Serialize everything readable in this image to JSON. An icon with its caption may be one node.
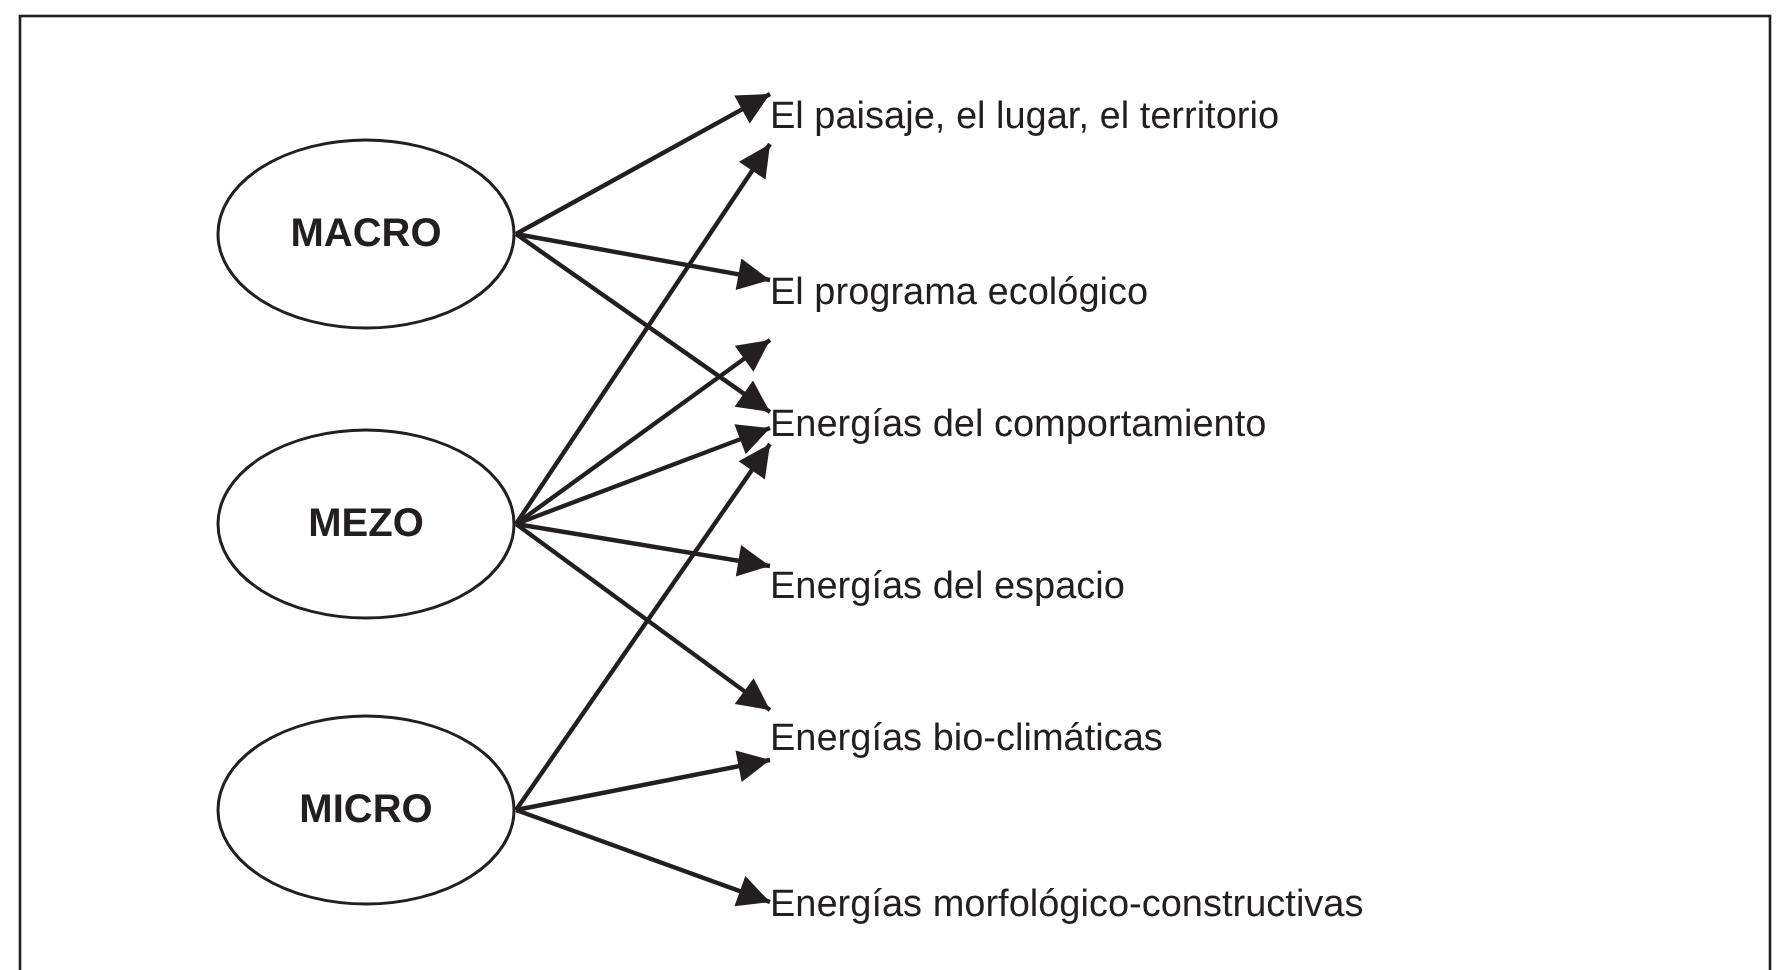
{
  "diagram": {
    "nodes": [
      {
        "text": [
          "MACRO"
        ]
      },
      {
        "text": [
          "MEZO"
        ]
      },
      {
        "text": [
          "MICRO"
        ]
      },
      {
        "text": [
          "El paisaje, el lugar, el territorio"
        ]
      },
      {
        "text": [
          "El programa ecológico"
        ]
      },
      {
        "text": [
          "Energías del comportamiento"
        ]
      },
      {
        "text": [
          "Energías del espacio"
        ]
      },
      {
        "text": [
          "Energías bio-climáticas"
        ]
      },
      {
        "text": [
          "Energías morfológico-constructivas"
        ]
      }
    ],
    "edges": [
      {
        "from": 0,
        "to": 3,
        "arrow": "to"
      },
      {
        "from": 0,
        "to": 4,
        "arrow": "to"
      },
      {
        "from": 0,
        "to": 5,
        "arrow": "to"
      },
      {
        "from": 1,
        "to": 3,
        "arrow": "to"
      },
      {
        "from": 1,
        "to": 4,
        "arrow": "to"
      },
      {
        "from": 1,
        "to": 5,
        "arrow": "to"
      },
      {
        "from": 1,
        "to": 6,
        "arrow": "to"
      },
      {
        "from": 1,
        "to": 7,
        "arrow": "to"
      },
      {
        "from": 2,
        "to": 5,
        "arrow": "to"
      },
      {
        "from": 2,
        "to": 7,
        "arrow": "to"
      },
      {
        "from": 2,
        "to": 8,
        "arrow": "to"
      }
    ]
  }
}
